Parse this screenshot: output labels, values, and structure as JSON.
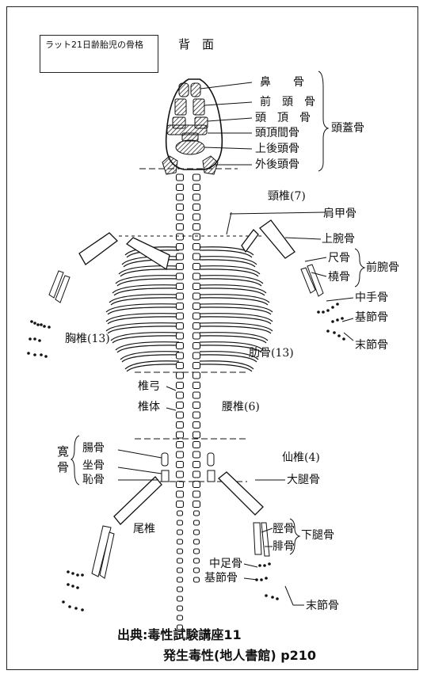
{
  "title_box": "ラット21日齢胎児の骨格",
  "view": "背　面",
  "skull_labels": [
    "鼻　　骨",
    "前　頭　骨",
    "頭　頂　骨",
    "頭頂間骨",
    "上後頭骨",
    "外後頭骨"
  ],
  "skull_group": "頭蓋骨",
  "cervical": "頸椎(7)",
  "scapula": "肩甲骨",
  "humerus": "上腕骨",
  "ulna": "尺骨",
  "radius": "橈骨",
  "forearm_group": "前腕骨",
  "metacarpal": "中手骨",
  "proximal_phalanx_hand": "基節骨",
  "distal_phalanx_hand": "末節骨",
  "thoracic": "胸椎(13)",
  "rib": "肋骨(13)",
  "vertebral_arch": "椎弓",
  "vertebral_body": "椎体",
  "lumbar": "腰椎(6)",
  "hip_group": "寛\n骨",
  "ilium": "腸骨",
  "ischium": "坐骨",
  "pubis": "恥骨",
  "sacral": "仙椎(4)",
  "femur": "大腿骨",
  "tibia": "脛骨",
  "fibula": "腓骨",
  "lower_leg_group": "下腿骨",
  "caudal": "尾椎",
  "metatarsal": "中足骨",
  "proximal_phalanx_foot": "基節骨",
  "distal_phalanx_foot": "末節骨",
  "source_line1": "出典:毒性試験講座11",
  "source_line2": "発生毒性(地人書館) p210"
}
